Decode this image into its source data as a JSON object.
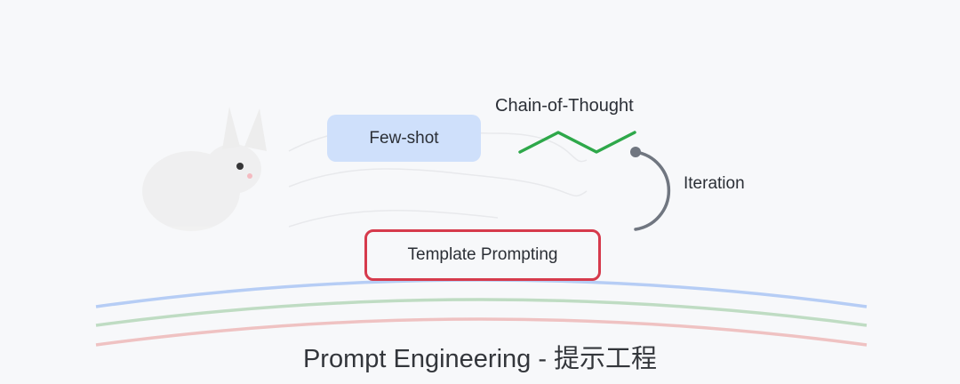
{
  "diagram": {
    "nodes": {
      "few_shot": "Few-shot",
      "chain_of_thought": "Chain-of-Thought",
      "iteration": "Iteration",
      "template_prompting": "Template Prompting"
    },
    "title": "Prompt Engineering - 提示工程"
  },
  "colors": {
    "background": "#f7f8fa",
    "few_shot_fill": "#cfe0fb",
    "chain_green": "#2ea84a",
    "iteration_gray": "#707680",
    "template_border": "#d63a4c",
    "arc_blue": "#b6cdf5",
    "arc_green": "#bfdcc3",
    "arc_red": "#efc2c2"
  }
}
